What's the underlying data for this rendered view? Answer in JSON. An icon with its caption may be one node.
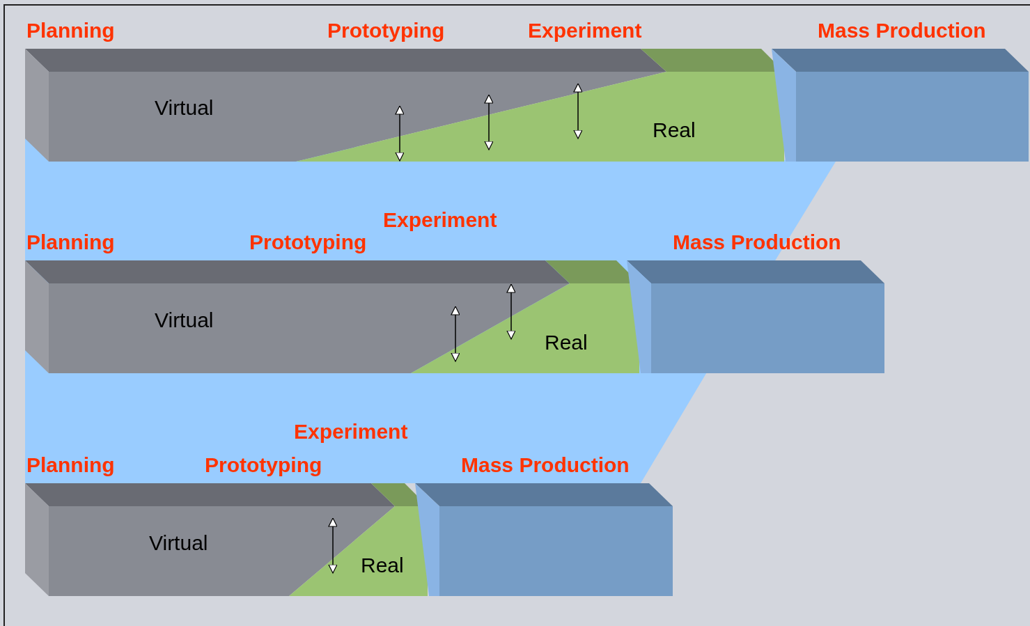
{
  "diagram": {
    "nodes": [
      {
        "text": [
          "Virtual"
        ]
      },
      {
        "text": [
          "Real"
        ]
      },
      {
        "text": [],
        "shape": "box"
      },
      {
        "text": [
          "Virtual"
        ]
      },
      {
        "text": [
          "Real"
        ]
      },
      {
        "text": [],
        "shape": "box"
      },
      {
        "text": [
          "Virtual"
        ]
      },
      {
        "text": [
          "Real"
        ]
      },
      {
        "text": [],
        "shape": "box"
      }
    ],
    "edges": [
      {
        "from": 0,
        "to": 1,
        "arrow": "both"
      },
      {
        "from": 0,
        "to": 1,
        "arrow": "both"
      },
      {
        "from": 0,
        "to": 1,
        "arrow": "both"
      },
      {
        "from": 3,
        "to": 4,
        "arrow": "both"
      },
      {
        "from": 3,
        "to": 4,
        "arrow": "both"
      },
      {
        "from": 6,
        "to": 7,
        "arrow": "both"
      }
    ],
    "labels": [
      "Planning",
      "Prototyping",
      "Experiment",
      "Mass Production",
      "Experiment",
      "Planning",
      "Prototyping",
      "Mass Production",
      "Experiment",
      "Planning",
      "Prototyping",
      "Mass Production"
    ]
  }
}
